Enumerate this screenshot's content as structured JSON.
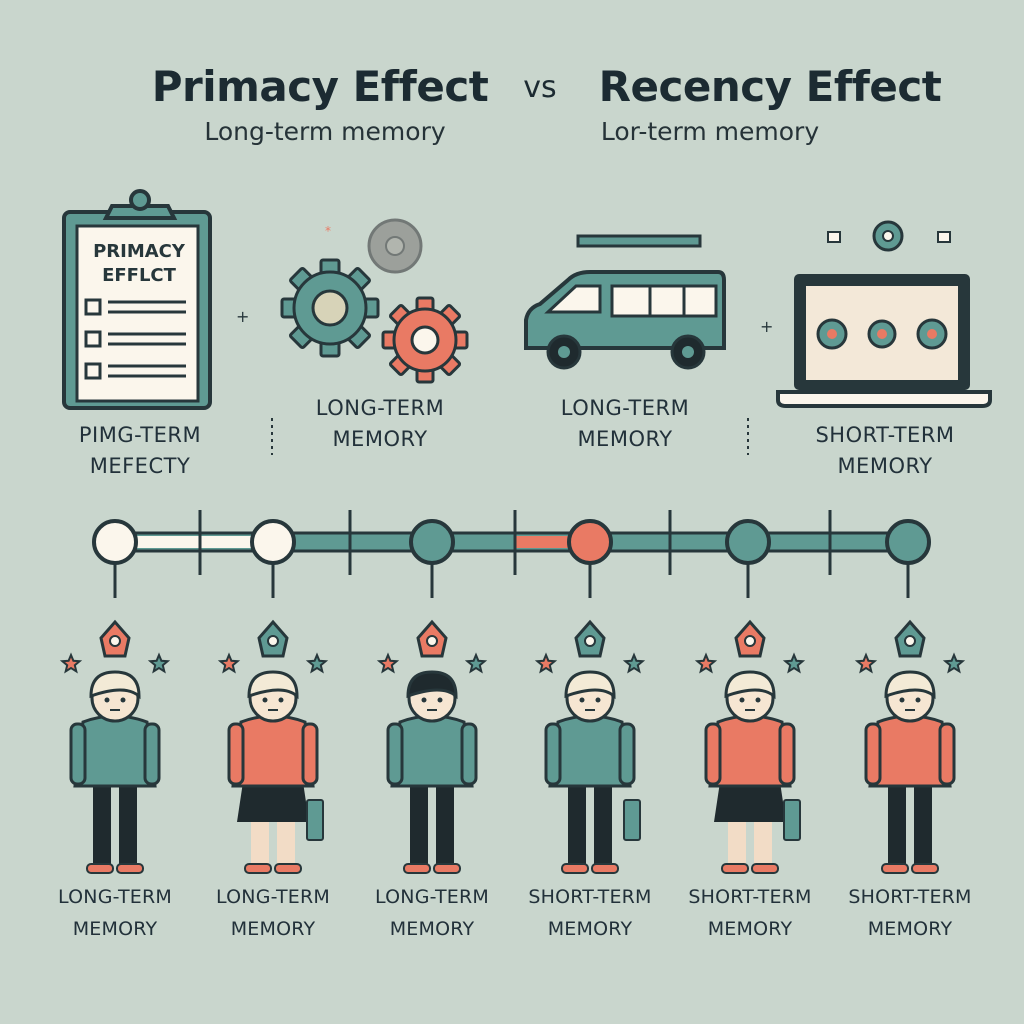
{
  "header": {
    "primacy_title": "Primacy Effect",
    "vs_text": "vs",
    "recency_title": "Recency Effect",
    "primacy_subtitle": "Long-term memory",
    "recency_subtitle": "Lor-term memory"
  },
  "clipboard": {
    "line1": "PRIMACY",
    "line2": "EFFLCT"
  },
  "icon_labels": [
    {
      "line1": "PIMG-TERM",
      "line2": "MEFECTY"
    },
    {
      "line1": "LONG-TERM",
      "line2": "MEMORY"
    },
    {
      "line1": "LONG-TERM",
      "line2": "MEMORY"
    },
    {
      "line1": "SHORT-TERM",
      "line2": "MEMORY"
    }
  ],
  "timeline": {
    "node_states": [
      "white",
      "white",
      "teal",
      "coral",
      "teal",
      "teal"
    ]
  },
  "people": [
    {
      "line1": "LONG-TERM",
      "line2": "MEMORY",
      "shirt": "teal",
      "hair": "light",
      "skirt": false
    },
    {
      "line1": "LONG-TERM",
      "line2": "MEMORY",
      "shirt": "coral",
      "hair": "light",
      "skirt": true
    },
    {
      "line1": "LONG-TERM",
      "line2": "MEMORY",
      "shirt": "teal",
      "hair": "dark",
      "skirt": false
    },
    {
      "line1": "SHORT-TERM",
      "line2": "MEMORY",
      "shirt": "teal",
      "hair": "light",
      "skirt": false
    },
    {
      "line1": "SHORT-TERM",
      "line2": "MEMORY",
      "shirt": "coral",
      "hair": "light",
      "skirt": true
    },
    {
      "line1": "SHORT-TERM",
      "line2": "MEMORY",
      "shirt": "coral",
      "hair": "light",
      "skirt": false
    }
  ],
  "colors": {
    "background": "#c9d6cd",
    "teal": "#5f9a93",
    "coral": "#e97a64",
    "outline": "#27373b",
    "cream": "#fbf6ec",
    "dark": "#1f2a2e"
  }
}
